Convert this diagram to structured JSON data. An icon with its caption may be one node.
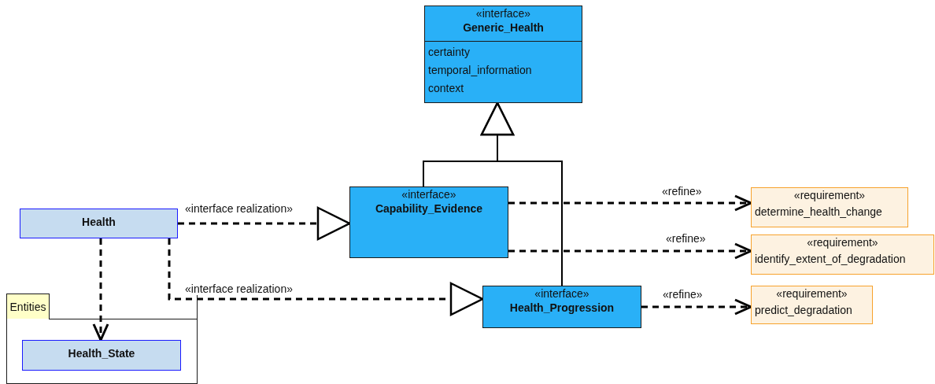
{
  "diagram": {
    "nodes": [
      {
        "text": [
          "«interface»",
          "Generic_Health",
          "certainty",
          "temporal_information",
          "context"
        ]
      },
      {
        "text": [
          "Health"
        ]
      },
      {
        "text": [
          "«interface»",
          "Capability_Evidence"
        ]
      },
      {
        "text": [
          "«requirement»",
          "determine_health_change"
        ]
      },
      {
        "text": [
          "«requirement»",
          "identify_extent_of_degradation"
        ]
      },
      {
        "text": [
          "«interface»",
          "Health_Progression"
        ]
      },
      {
        "text": [
          "«requirement»",
          "predict_degradation"
        ]
      },
      {
        "text": [
          "Entities"
        ]
      },
      {
        "text": [
          "Health_State"
        ],
        "in": 7
      }
    ],
    "edges": [
      {
        "from": 2,
        "to": 0,
        "arrow": "to"
      },
      {
        "from": 5,
        "to": 0,
        "arrow": "to"
      },
      {
        "from": 1,
        "to": 2,
        "arrow": "to",
        "style": "dashed",
        "label": "«interface realization»"
      },
      {
        "from": 2,
        "to": 3,
        "arrow": "to",
        "style": "dashed",
        "label": "«refine»"
      },
      {
        "from": 2,
        "to": 4,
        "arrow": "to",
        "style": "dashed",
        "label": "«refine»"
      },
      {
        "from": 1,
        "to": 5,
        "arrow": "to",
        "style": "dashed",
        "label": "«interface realization»"
      },
      {
        "from": 5,
        "to": 6,
        "arrow": "to",
        "style": "dashed",
        "label": "«refine»"
      },
      {
        "from": 1,
        "to": 8,
        "arrow": "to",
        "style": "dashed"
      }
    ]
  }
}
